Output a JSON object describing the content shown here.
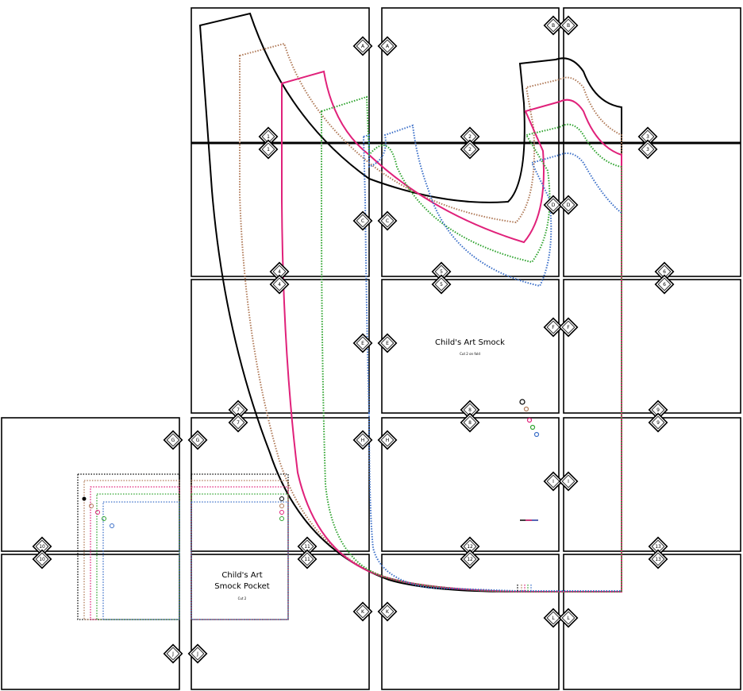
{
  "pattern": {
    "main_piece": {
      "title": "Child's Art Smock",
      "subtitle": "Cut 2 on fold"
    },
    "pocket_piece": {
      "title_line1": "Child's Art",
      "title_line2": "Smock Pocket",
      "subtitle": "Cut 2"
    }
  },
  "colors": {
    "size_1": "#000000",
    "size_2": "#b07a58",
    "size_3": "#e0217a",
    "size_4": "#2ea32e",
    "size_5": "#3b6fc8"
  },
  "markers": {
    "A": "A",
    "B": "B",
    "C": "C",
    "D": "D",
    "E": "E",
    "F": "F",
    "G": "G",
    "H": "H",
    "I": "I",
    "J": "J",
    "K": "K",
    "L": "L",
    "n1": "1",
    "n2": "2",
    "n3": "3",
    "n4": "4",
    "n5": "5",
    "n6": "6",
    "n7": "7",
    "n8": "8",
    "n9": "9",
    "n10": "10",
    "n11": "11",
    "n12": "12",
    "n13": "13"
  }
}
